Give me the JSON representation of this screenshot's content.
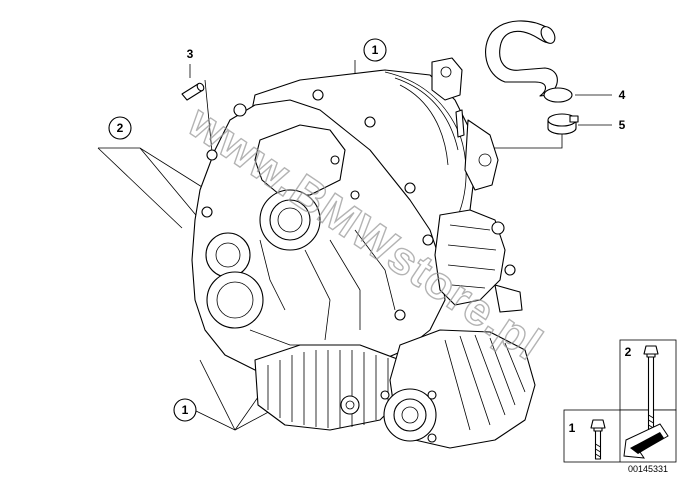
{
  "callouts": {
    "c1_top": "1",
    "c2": "2",
    "c3": "3",
    "c4": "4",
    "c5": "5",
    "c1_bottom": "1"
  },
  "watermark": "www.BMWstore.pl",
  "legend": {
    "item_2": "2",
    "item_1": "1"
  },
  "reference_number": "00145331"
}
